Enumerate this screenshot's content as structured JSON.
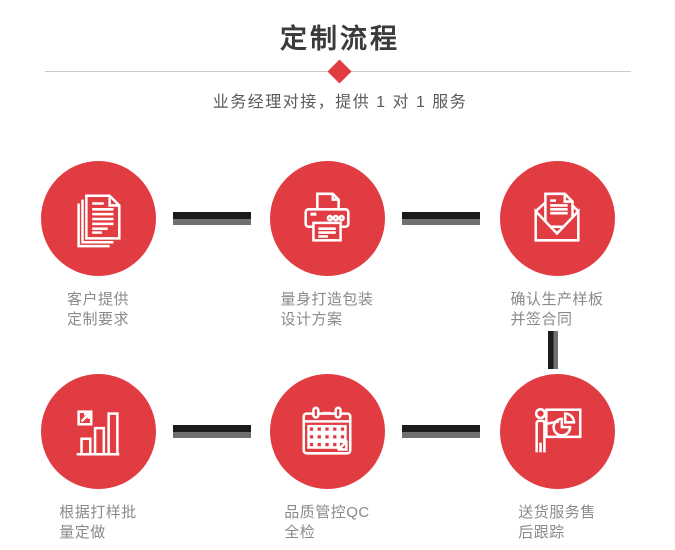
{
  "header": {
    "title": "定制流程",
    "subtitle": "业务经理对接，提供 1 对 1 服务",
    "divider_ornament": "diamond"
  },
  "colors": {
    "accent": "#e23c43",
    "title_color": "#3b3b3b",
    "subtitle_color": "#595959",
    "label_color": "#8a8a8a",
    "connector_dark": "#1b1b1b",
    "connector_gray": "#6f6f6f",
    "divider": "#cbcbcb"
  },
  "steps": [
    {
      "icon": "documents-icon",
      "label": "客户提供\n定制要求"
    },
    {
      "icon": "printer-icon",
      "label": "量身打造包装\n设计方案"
    },
    {
      "icon": "envelope-icon",
      "label": "确认生产样板\n并签合同"
    },
    {
      "icon": "bar-chart-icon",
      "label": "根据打样批\n量定做"
    },
    {
      "icon": "calendar-icon",
      "label": "品质管控QC\n全检"
    },
    {
      "icon": "presentation-icon",
      "label": "送货服务售\n后跟踪"
    }
  ]
}
